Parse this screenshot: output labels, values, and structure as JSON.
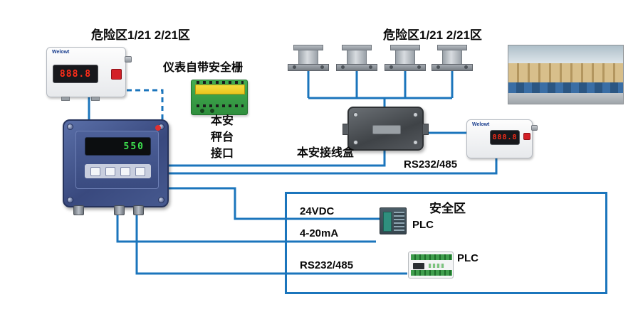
{
  "zones": {
    "hazard_left": "危险区1/21 2/21区",
    "hazard_right": "危险区1/21 2/21区",
    "safe_title": "安全区"
  },
  "captions": {
    "barrier": "仪表自带安全栅",
    "platform_interface": [
      "本安",
      "秤台",
      "接口"
    ],
    "junction_box": "本安接线盒",
    "serial_link": "RS232/485"
  },
  "signals": {
    "power": "24VDC",
    "analog": "4-20mA",
    "serial": "RS232/485"
  },
  "plc": {
    "top_label": "PLC",
    "bottom_label": "PLC"
  },
  "devices": {
    "remote_display_left": {
      "brand": "Welowt",
      "value": "888.8"
    },
    "remote_display_right": {
      "brand": "Welowt",
      "value": "888.8"
    },
    "main_indicator": {
      "value": "550"
    }
  },
  "colors": {
    "wire": "#1b75bc",
    "led_red": "#ff2d1a",
    "led_green": "#3ee24f"
  }
}
